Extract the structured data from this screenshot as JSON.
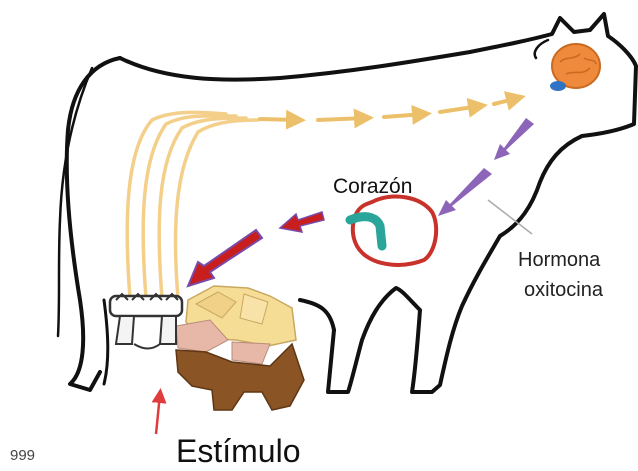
{
  "labels": {
    "heart": "Corazón",
    "hormone_line1": "Hormona",
    "hormone_line2": "oxitocina",
    "stimulus": "Estímulo",
    "corner_mark": "999"
  },
  "colors": {
    "outline": "#111111",
    "nerve": "#f3cf8a",
    "nerve_arrow": "#ecc06a",
    "hormone_arrow": "#8c64b8",
    "blood_arrow": "#c81e1e",
    "heart": "#c8322a",
    "heart_vessel": "#2aa59a",
    "brain": "#ef8a3c",
    "brain_gland": "#2f74c4",
    "udder_light": "#f6dd96",
    "udder_pink": "#e7b7a7",
    "udder_brown": "#8b5424",
    "stimulus_arrow": "#e03c3c"
  },
  "icons": {
    "brain": "brain-icon",
    "heart": "heart-icon",
    "teat_cups": "milking-cup-icon"
  }
}
